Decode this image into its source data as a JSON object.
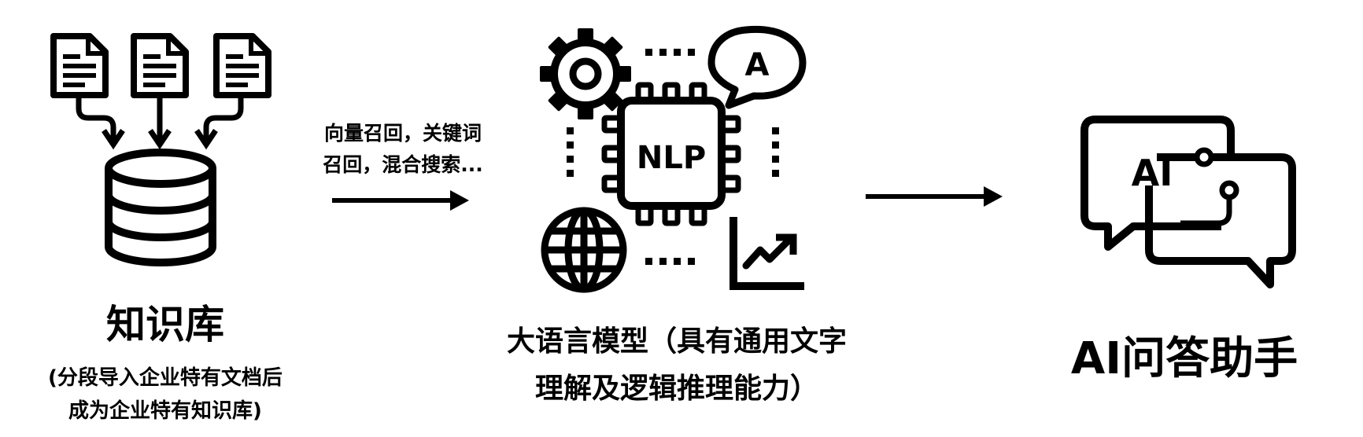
{
  "knowledge_base": {
    "title": "知识库",
    "note_line1": "(分段导入企业特有文档后",
    "note_line2": "成为企业特有知识库)"
  },
  "retrieval": {
    "line1": "向量召回，关键词",
    "line2": "召回，混合搜索..."
  },
  "llm": {
    "chip_text": "NLP",
    "bubble_text": "A",
    "line1": "大语言模型（具有通用文字",
    "line2": "理解及逻辑推理能力）"
  },
  "assistant": {
    "bubble_text": "AI",
    "title": "AI问答助手"
  }
}
